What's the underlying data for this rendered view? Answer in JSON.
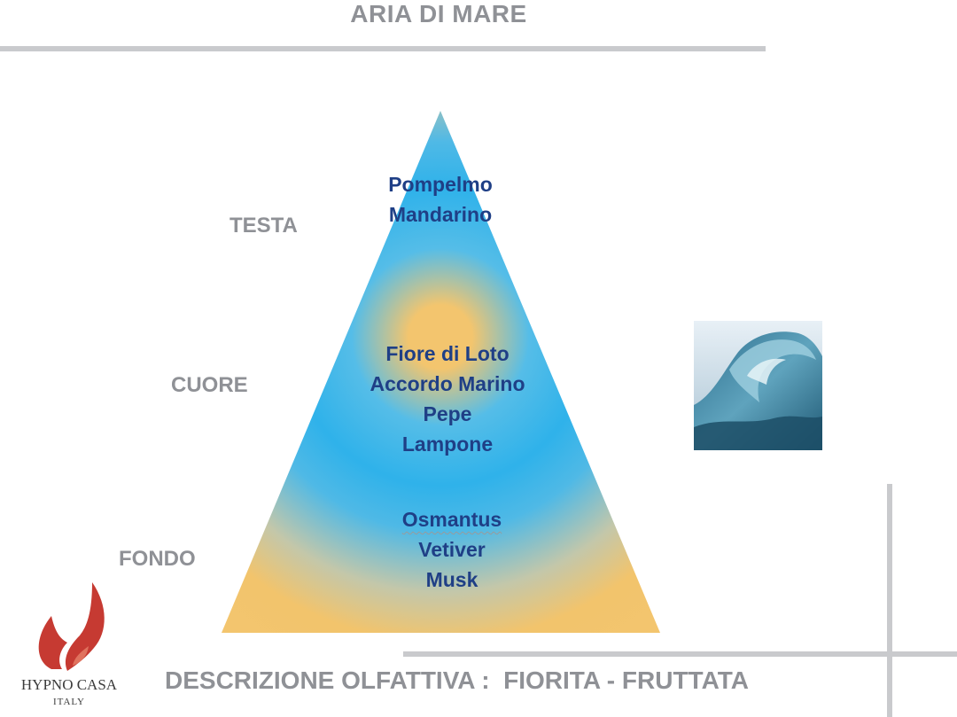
{
  "title": "ARIA DI MARE",
  "levels": {
    "top": {
      "label": "TESTA",
      "notes": [
        "Pompelmo",
        "Mandarino"
      ]
    },
    "heart": {
      "label": "CUORE",
      "notes": [
        "Fiore di Loto",
        "Accordo Marino",
        "Pepe",
        "Lampone"
      ]
    },
    "base": {
      "label": "FONDO",
      "notes": [
        "Osmantus",
        "Vetiver",
        "Musk"
      ]
    }
  },
  "description": "DESCRIZIONE OLFATTIVA :  FIORITA - FRUTTATA",
  "brand": {
    "name": "HYPNO CASA",
    "sub": "ITALY"
  },
  "colors": {
    "label_gray": "#8f9196",
    "note_blue": "#1f3f86",
    "gradient_blue": "#2fb2ea",
    "gradient_gold": "#f3c56e",
    "logo_red": "#c63a32"
  },
  "icons": {
    "wave": "ocean-wave-image",
    "logo": "flame-logo-icon"
  }
}
